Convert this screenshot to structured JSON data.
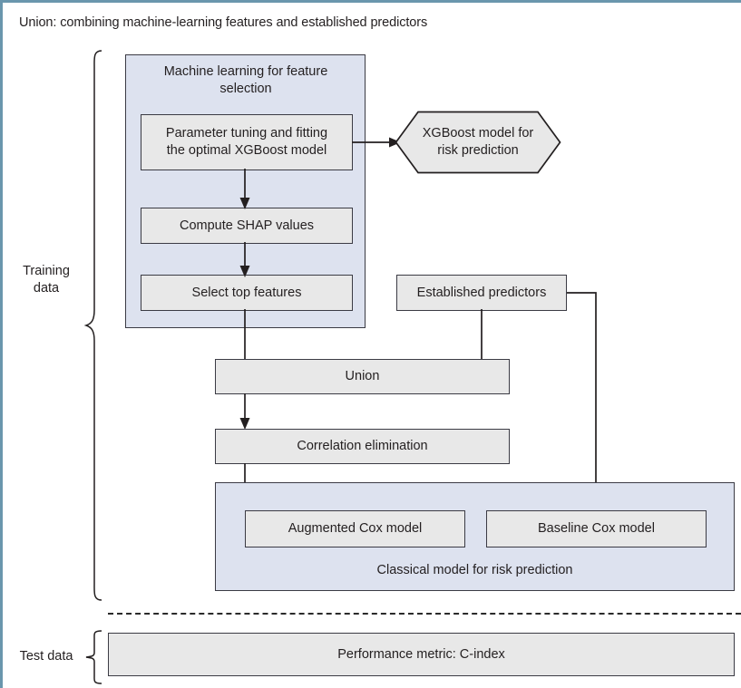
{
  "figure": {
    "caption": "Union: combining machine-learning features and established predictors",
    "accent_color": "#6a96ad",
    "panel_fill": "#dde2ef",
    "box_fill": "#e8e8e8",
    "stroke_color": "#3b3b44"
  },
  "groups": {
    "training_label": "Training\ndata",
    "training_label_line1": "Training",
    "training_label_line2": "data",
    "test_label": "Test data"
  },
  "ml_panel": {
    "title_line1": "Machine learning for feature",
    "title_line2": "selection",
    "title": "Machine learning for feature selection",
    "steps": [
      {
        "label": "Parameter tuning and fitting the optimal XGBoost model",
        "line1": "Parameter tuning and fitting",
        "line2": "the optimal XGBoost model"
      },
      {
        "label": "Compute SHAP values"
      },
      {
        "label": "Select top features"
      }
    ]
  },
  "xgboost_node": {
    "label": "XGBoost model for risk prediction",
    "line1": "XGBoost model for",
    "line2": "risk prediction",
    "shape": "hexagon"
  },
  "established": {
    "label": "Established predictors"
  },
  "merge_steps": [
    {
      "label": "Union"
    },
    {
      "label": "Correlation elimination"
    }
  ],
  "classical_panel": {
    "caption": "Classical model for risk prediction",
    "models": [
      {
        "label": "Augmented Cox model"
      },
      {
        "label": "Baseline Cox model"
      }
    ]
  },
  "test_section": {
    "metric_box": "Performance metric: C-index"
  }
}
